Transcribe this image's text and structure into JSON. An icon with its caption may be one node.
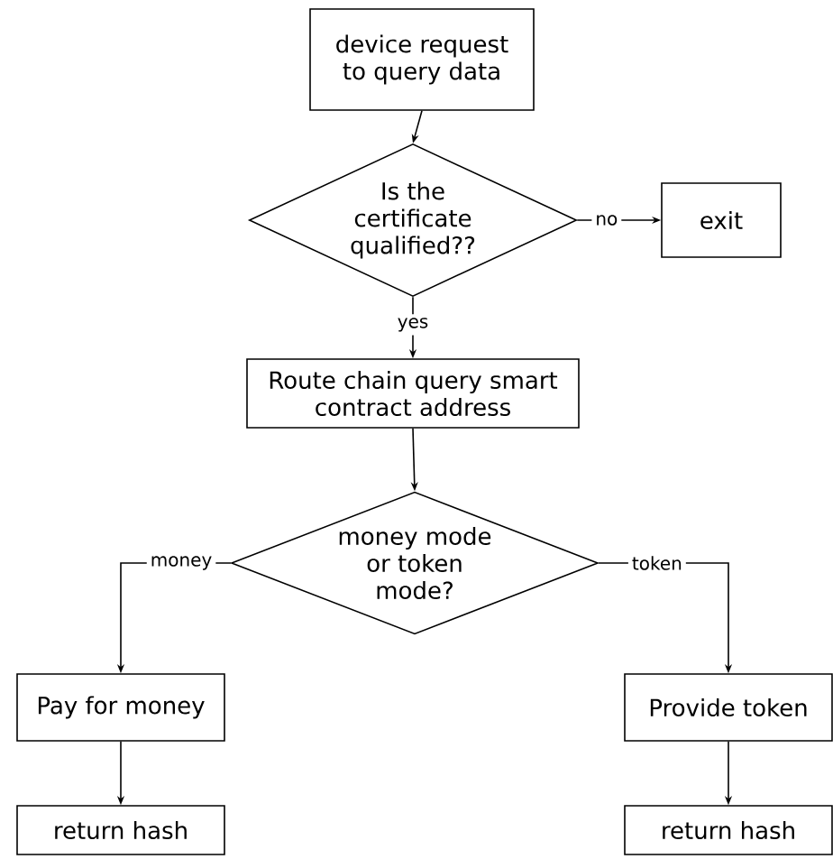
{
  "diagram": {
    "nodes": [
      {
        "text": [
          "device request to query data"
        ]
      },
      {
        "text": [
          "Is the certificate qualified??"
        ]
      },
      {
        "text": [
          "exit"
        ]
      },
      {
        "text": [
          "Route chain query smart contract address"
        ]
      },
      {
        "text": [
          "money mode or token mode?"
        ]
      },
      {
        "text": [
          "Pay for money"
        ]
      },
      {
        "text": [
          "Provide token"
        ]
      },
      {
        "text": [
          "return hash"
        ]
      },
      {
        "text": [
          "return hash"
        ]
      }
    ],
    "edges": [
      {
        "from": 0,
        "to": 1,
        "arrow": "to"
      },
      {
        "from": 1,
        "to": 2,
        "arrow": "to",
        "label": "no"
      },
      {
        "from": 1,
        "to": 3,
        "arrow": "to",
        "label": "yes"
      },
      {
        "from": 3,
        "to": 4,
        "arrow": "to"
      },
      {
        "from": 4,
        "to": 5,
        "arrow": "to",
        "label": "money"
      },
      {
        "from": 4,
        "to": 6,
        "arrow": "to",
        "label": "token"
      },
      {
        "from": 5,
        "to": 7,
        "arrow": "to"
      },
      {
        "from": 6,
        "to": 8,
        "arrow": "to"
      }
    ]
  }
}
